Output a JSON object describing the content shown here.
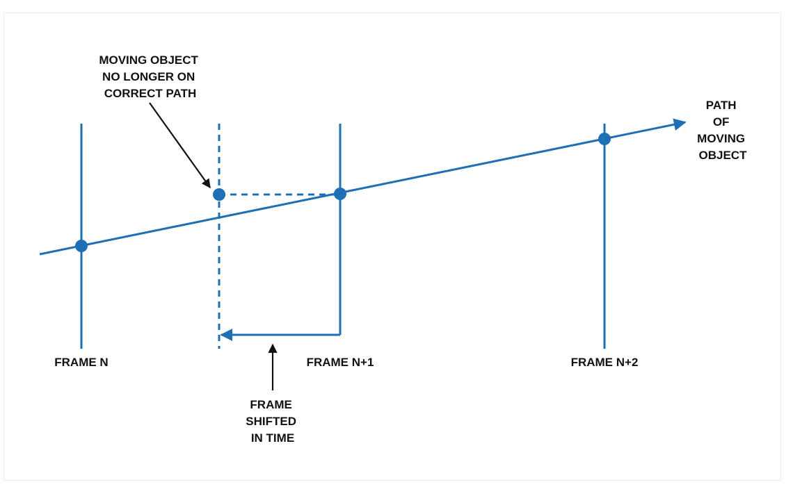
{
  "colors": {
    "blue": "#1f6fb4",
    "text": "#111111",
    "background": "#ffffff"
  },
  "labels": {
    "moving_object": [
      "MOVING OBJECT",
      "NO LONGER ON",
      "CORRECT PATH"
    ],
    "path": [
      "PATH",
      "OF",
      "MOVING",
      "OBJECT"
    ],
    "frame_n": "FRAME N",
    "frame_n1": "FRAME N+1",
    "frame_n2": "FRAME N+2",
    "frame_shifted": [
      "FRAME",
      "SHIFTED",
      "IN TIME"
    ]
  }
}
